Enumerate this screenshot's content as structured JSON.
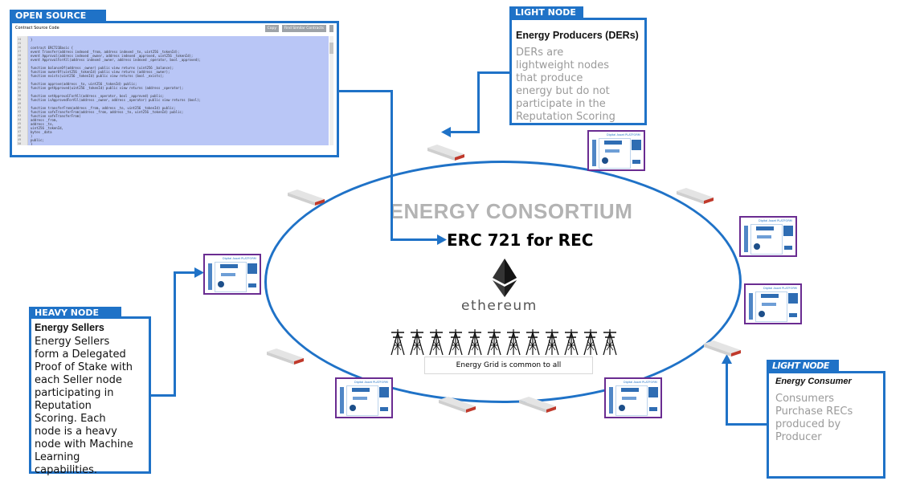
{
  "open_source": {
    "tag": "OPEN SOURCE",
    "code_panel_title": "Contract Source Code",
    "copy_button": "Copy",
    "similar_button": "Find Similar Contracts",
    "line_numbers": [
      "24",
      "25",
      "26",
      "27",
      "28",
      "29",
      "30",
      "31",
      "32",
      "33",
      "34",
      "35",
      "36",
      "37",
      "38",
      "39",
      "40",
      "41",
      "42",
      "43",
      "44",
      "45",
      "46",
      "47",
      "48",
      "49",
      "50",
      "51",
      "52",
      "53"
    ],
    "code_lines": [
      "}",
      "",
      "contract ERC721Basic {",
      "  event Transfer(address indexed _from, address indexed _to, uint256 _tokenId);",
      "  event Approval(address indexed _owner, address indexed _approved, uint256 _tokenId);",
      "  event ApprovalForAll(address indexed _owner, address indexed _operator, bool _approved);",
      "",
      "  function balanceOf(address _owner) public view returns (uint256 _balance);",
      "  function ownerOf(uint256 _tokenId) public view returns (address _owner);",
      "  function exists(uint256 _tokenId) public view returns (bool _exists);",
      "",
      "  function approve(address _to, uint256 _tokenId) public;",
      "  function getApproved(uint256 _tokenId) public view returns (address _operator);",
      "",
      "  function setApprovalForAll(address _operator, bool _approved) public;",
      "  function isApprovedForAll(address _owner, address _operator) public view returns (bool);",
      "",
      "  function transferFrom(address _from, address _to, uint256 _tokenId) public;",
      "  function safeTransferFrom(address _from, address _to, uint256 _tokenId) public;",
      "  function safeTransferFrom(",
      "    address _from,",
      "    address _to,",
      "    uint256 _tokenId,",
      "    bytes _data",
      "  )",
      "    public;",
      "}"
    ]
  },
  "light_node_producer": {
    "tag": "LIGHT NODE",
    "heading": "Energy Producers (DERs)",
    "lines": [
      "DERs are",
      "lightweight nodes",
      "that produce",
      "energy but do not",
      "participate in the",
      "Reputation Scoring"
    ]
  },
  "heavy_node": {
    "tag": "HEAVY NODE",
    "heading": "Energy Sellers",
    "lines": [
      "Energy Sellers",
      "form a Delegated",
      "Proof of Stake with",
      "each Seller node",
      "participating in",
      "Reputation",
      "Scoring.  Each",
      "node is a heavy",
      "node with Machine",
      "Learning",
      "capabilities."
    ]
  },
  "light_node_consumer": {
    "tag": "LIGHT NODE",
    "heading": "Energy Consumer",
    "lines": [
      "Consumers",
      "Purchase RECs",
      "produced by",
      "Producer"
    ]
  },
  "consortium": {
    "title": "ENERGY CONSORTIUM",
    "erc_label": "ERC 721 for REC",
    "ethereum_label": "ethereum",
    "grid_label": "Energy Grid is common to all"
  },
  "platform_thumbnail_title": "Digital Asset PLATFORM",
  "colors": {
    "accent_blue": "#1f72c7",
    "node_border_purple": "#6a2c91",
    "consortium_gray": "#b3b3b3",
    "server_red": "#c0392b"
  }
}
